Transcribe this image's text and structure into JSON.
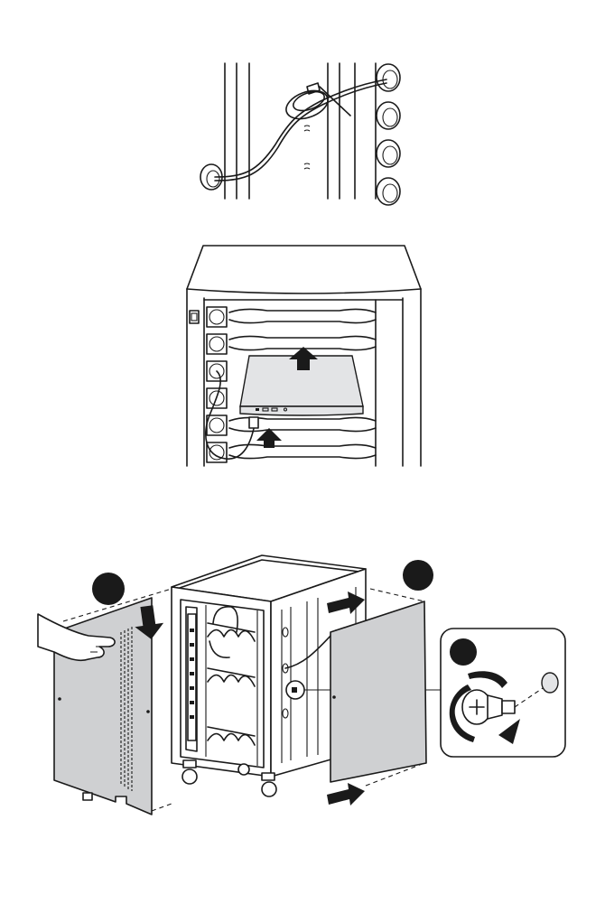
{
  "figures": [
    {
      "id": "cable-routing",
      "icons": [
        "cable-tie-icon",
        "grommet-icon"
      ]
    },
    {
      "id": "laptop-insert",
      "icons": [
        "laptop-icon",
        "arrow-up-icon",
        "outlet-icon"
      ]
    },
    {
      "id": "panel-assembly",
      "icons": [
        "screw-icon",
        "rotate-arrow-icon",
        "arrow-icon"
      ]
    }
  ],
  "colors": {
    "line": "#1a1a1a",
    "panel": "#cfd0d2",
    "background": "#ffffff"
  }
}
